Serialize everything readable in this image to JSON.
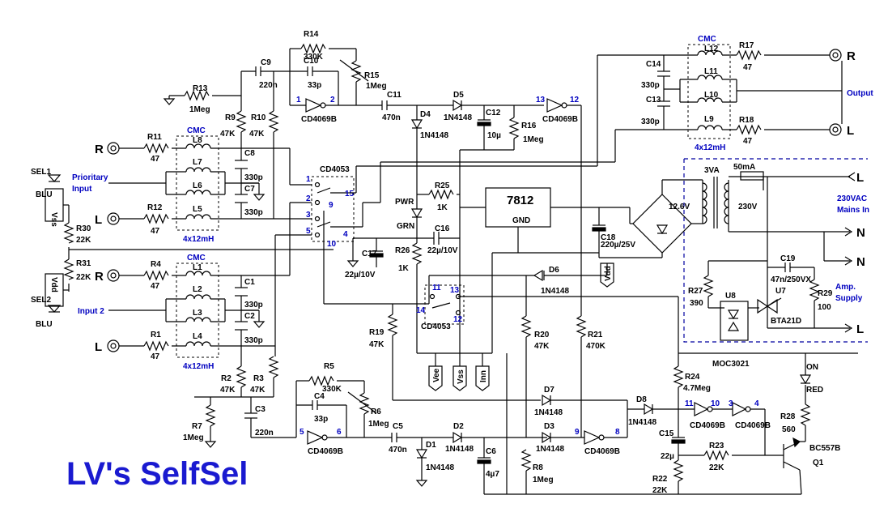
{
  "title": "LV's SelfSel",
  "inputs": {
    "sel1": "SEL1",
    "sel1_color": "BLU",
    "vss": "Vss",
    "prioritary": [
      "Prioritary",
      "Input"
    ],
    "sel2": "SEL2",
    "sel2_color": "BLU",
    "vdd": "Vdd",
    "input2": "Input 2",
    "r": "R",
    "l": "L"
  },
  "cmc": {
    "label": "CMC",
    "value": "4x12mH"
  },
  "resistors": {
    "r1": [
      "R1",
      "47"
    ],
    "r2": [
      "R2",
      "47K"
    ],
    "r3": [
      "R3",
      "47K"
    ],
    "r4": [
      "R4",
      "47"
    ],
    "r5": [
      "R5",
      "330K"
    ],
    "r6": [
      "R6",
      "1Meg"
    ],
    "r7": [
      "R7",
      "1Meg"
    ],
    "r8": [
      "R8",
      "1Meg"
    ],
    "r9": [
      "R9",
      "47K"
    ],
    "r10": [
      "R10",
      "47K"
    ],
    "r11": [
      "R11",
      "47"
    ],
    "r12": [
      "R12",
      "47"
    ],
    "r13": [
      "R13",
      "1Meg"
    ],
    "r14": [
      "R14",
      "330K"
    ],
    "r15": [
      "R15",
      "1Meg"
    ],
    "r16": [
      "R16",
      "1Meg"
    ],
    "r17": [
      "R17",
      "47"
    ],
    "r18": [
      "R18",
      "47"
    ],
    "r19": [
      "R19",
      "47K"
    ],
    "r20": [
      "R20",
      "47K"
    ],
    "r21": [
      "R21",
      "470K"
    ],
    "r22": [
      "R22",
      "22K"
    ],
    "r23": [
      "R23",
      "22K"
    ],
    "r24": [
      "R24",
      "4.7Meg"
    ],
    "r25": [
      "R25",
      "1K"
    ],
    "r26": [
      "R26",
      "1K"
    ],
    "r27": [
      "R27",
      "390"
    ],
    "r28": [
      "R28",
      "560"
    ],
    "r29": [
      "R29",
      "100"
    ],
    "r30": [
      "R30",
      "22K"
    ],
    "r31": [
      "R31",
      "22K"
    ]
  },
  "capacitors": {
    "c1": [
      "C1",
      "330p"
    ],
    "c2": [
      "C2",
      "330p"
    ],
    "c3": [
      "C3",
      "220n"
    ],
    "c4": [
      "C4",
      "33p"
    ],
    "c5": [
      "C5",
      "470n"
    ],
    "c6": [
      "C6",
      "4µ7"
    ],
    "c7": [
      "C7",
      "330p"
    ],
    "c8": [
      "C8",
      "330p"
    ],
    "c9": [
      "C9",
      "220n"
    ],
    "c10": [
      "C10",
      "33p"
    ],
    "c11": [
      "C11",
      "470n"
    ],
    "c12": [
      "C12",
      "10µ"
    ],
    "c13": [
      "C13",
      "330p"
    ],
    "c14": [
      "C14",
      "330p"
    ],
    "c15": [
      "C15",
      "22µ"
    ],
    "c16": [
      "C16",
      "22µ/10V"
    ],
    "c17": [
      "C17",
      "22µ/10V"
    ],
    "c18": [
      "C18",
      "220µ/25V"
    ],
    "c19": [
      "C19",
      "47n/250VX"
    ]
  },
  "inductors": [
    "L1",
    "L2",
    "L3",
    "L4",
    "L5",
    "L6",
    "L7",
    "L8",
    "L9",
    "L10",
    "L11",
    "L12"
  ],
  "diodes": {
    "d1": [
      "D1",
      "1N4148"
    ],
    "d2": [
      "D2",
      "1N4148"
    ],
    "d3": [
      "D3",
      "1N4148"
    ],
    "d4": [
      "D4",
      "1N4148"
    ],
    "d5": [
      "D5",
      "1N4148"
    ],
    "d6": [
      "D6",
      "1N4148"
    ],
    "d7": [
      "D7",
      "1N4148"
    ],
    "d8": [
      "D8",
      "1N4148"
    ]
  },
  "ics": {
    "inv": "CD4069B",
    "mux": "CD4053",
    "reg": "7812",
    "gnd": "GND",
    "u7": "U7",
    "triac": "BTA21D",
    "u8": "U8",
    "opto": "MOC3021",
    "q1": "Q1",
    "bjt": "BC557B"
  },
  "leds": {
    "pwr": "PWR",
    "grn": "GRN",
    "on": "ON",
    "red": "RED"
  },
  "power": {
    "va": "3VA",
    "fuse": "50mA",
    "sec": "12.6V",
    "prim": "230V",
    "mains": [
      "230VAC",
      "Mains In"
    ],
    "amp": [
      "Amp.",
      "Supply"
    ],
    "n": "N",
    "l": "L"
  },
  "output": {
    "r": "R",
    "l": "L",
    "label": "Output"
  },
  "rails": {
    "vee": "Vee",
    "vss": "Vss",
    "inn": "Inn",
    "vdd": "Vdd"
  },
  "pins": {
    "mux": [
      "1",
      "2",
      "3",
      "5",
      "15",
      "9",
      "4",
      "10",
      "11",
      "13",
      "14",
      "12"
    ],
    "inv": [
      "1",
      "2",
      "13",
      "12",
      "5",
      "6",
      "9",
      "8",
      "11",
      "10",
      "3",
      "4"
    ]
  }
}
